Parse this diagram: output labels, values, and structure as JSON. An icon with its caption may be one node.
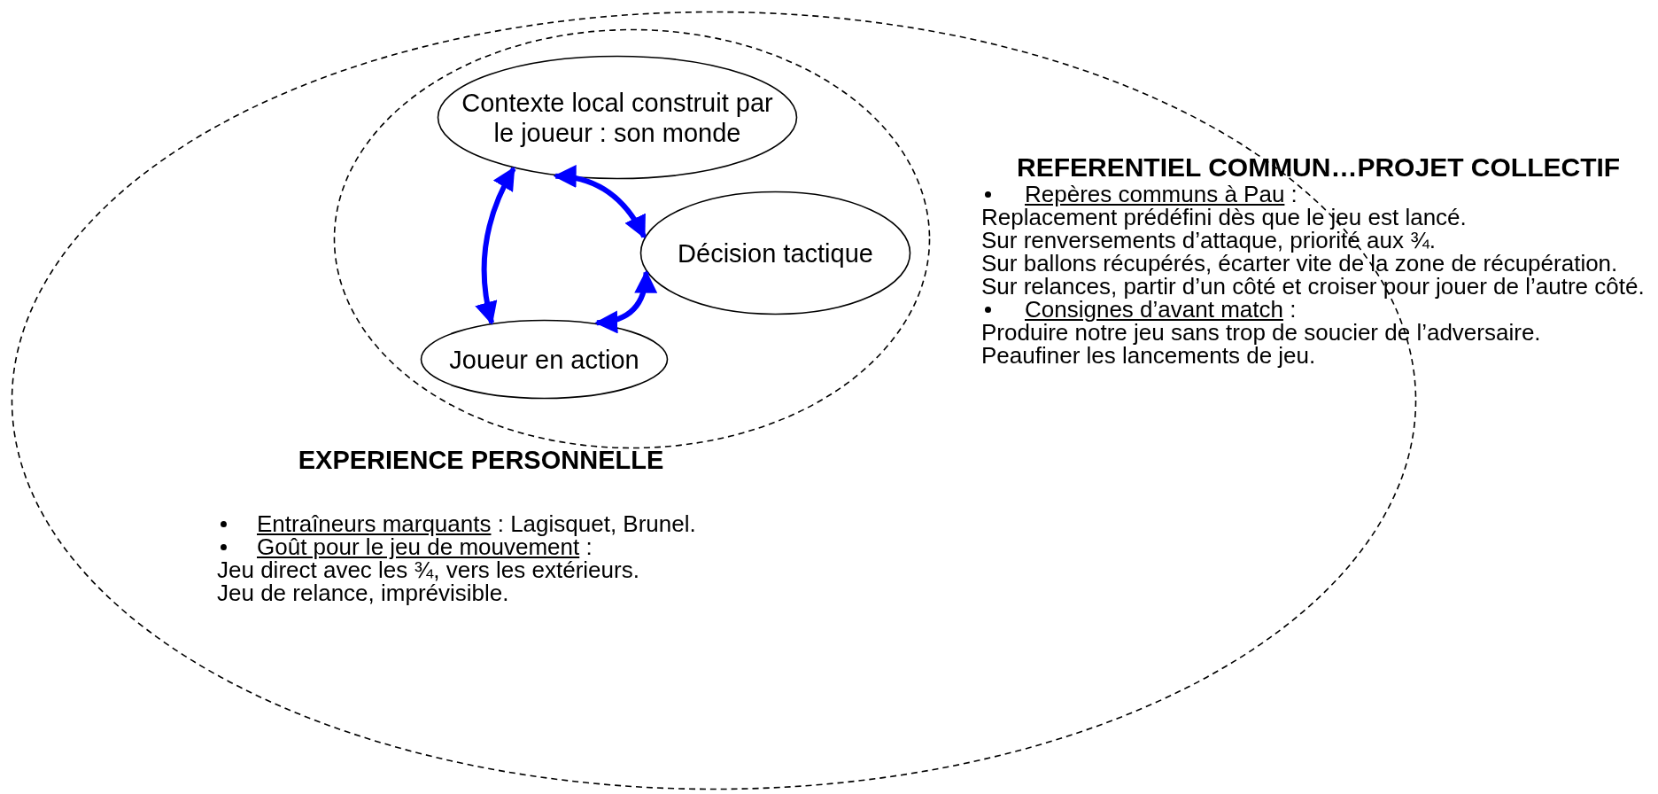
{
  "diagram": {
    "nodes": [
      {
        "text": [
          "EXPERIENCE PERSONNELLE",
          "Entraîneurs marquants : Lagisquet, Brunel.",
          "Goût pour le jeu de mouvement :",
          "Jeu direct avec les ¾, vers les extérieurs.",
          "Jeu de relance, imprévisible."
        ]
      },
      {
        "text": [],
        "shape": "circle",
        "in": 0
      },
      {
        "text": [
          "Contexte local construit par le joueur : son monde"
        ],
        "in": 1
      },
      {
        "text": [
          "Décision tactique"
        ],
        "in": 1
      },
      {
        "text": [
          "Joueur en action"
        ],
        "in": 1
      }
    ],
    "edges": [
      {
        "from": 2,
        "to": 3,
        "arrow": "both"
      },
      {
        "from": 3,
        "to": 4,
        "arrow": "both"
      },
      {
        "from": 4,
        "to": 2,
        "arrow": "both"
      }
    ],
    "labels": [
      "REFERENTIEL COMMUN…PROJET COLLECTIF",
      "Repères communs à Pau :",
      "Replacement prédéfini dès que le jeu est lancé.",
      "Sur renversements d’attaque, priorité aux ¾.",
      "Sur ballons récupérés, écarter vite de la zone de récupération.",
      "Sur relances, partir d’un côté et croiser pour jouer de l’autre côté.",
      "Consignes d’avant match :",
      "Produire notre jeu sans trop de soucier de l’adversaire.",
      "Peaufiner les lancements de jeu."
    ]
  }
}
